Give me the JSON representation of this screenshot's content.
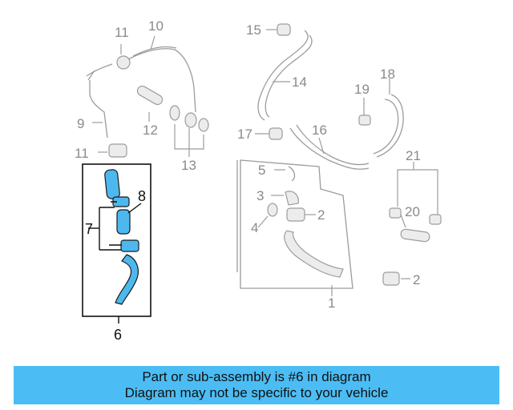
{
  "callouts": {
    "c1": "1",
    "c2a": "2",
    "c2b": "2",
    "c3": "3",
    "c4": "4",
    "c5": "5",
    "c6": "6",
    "c7": "7",
    "c8": "8",
    "c9": "9",
    "c10": "10",
    "c11a": "11",
    "c11b": "11",
    "c12": "12",
    "c13": "13",
    "c14": "14",
    "c15": "15",
    "c16": "16",
    "c17": "17",
    "c18": "18",
    "c19": "19",
    "c20": "20",
    "c21": "21"
  },
  "highlight": {
    "part_number": "6",
    "color": "#4db8ee"
  },
  "banner": {
    "line1": "Part or sub-assembly is #6 in diagram",
    "line2": "Diagram may not be specific to your vehicle",
    "color": "#4cbdf4"
  }
}
